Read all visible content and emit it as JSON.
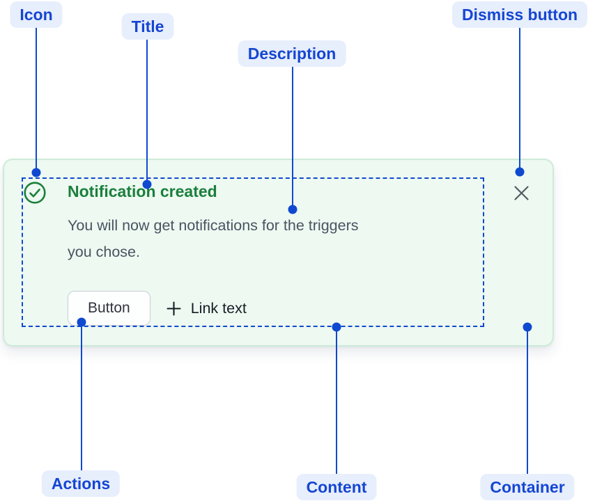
{
  "annotations": {
    "icon": {
      "label": "Icon"
    },
    "title": {
      "label": "Title"
    },
    "description": {
      "label": "Description"
    },
    "dismiss": {
      "label": "Dismiss button"
    },
    "actions": {
      "label": "Actions"
    },
    "content": {
      "label": "Content"
    },
    "container": {
      "label": "Container"
    }
  },
  "notification": {
    "icon_name": "check-circle-icon",
    "title": "Notification created",
    "description_lines": {
      "0": "You will now get notifications for the triggers",
      "1": "you chose."
    },
    "button_label": "Button",
    "link_label": "Link text",
    "plus_icon_name": "plus-icon",
    "dismiss_icon_name": "close-icon"
  },
  "colors": {
    "annotation_blue": "#0F49D0",
    "annotation_text_blue": "#1546D2",
    "annotation_pill_bg": "#E7EEFC",
    "success_green": "#1B7F3C",
    "card_bg": "#EDF9F1",
    "card_border": "#CDEBD8",
    "description_gray": "#4A5361",
    "dismiss_gray": "#555C63",
    "outline_dash_blue": "#0F49D0"
  }
}
